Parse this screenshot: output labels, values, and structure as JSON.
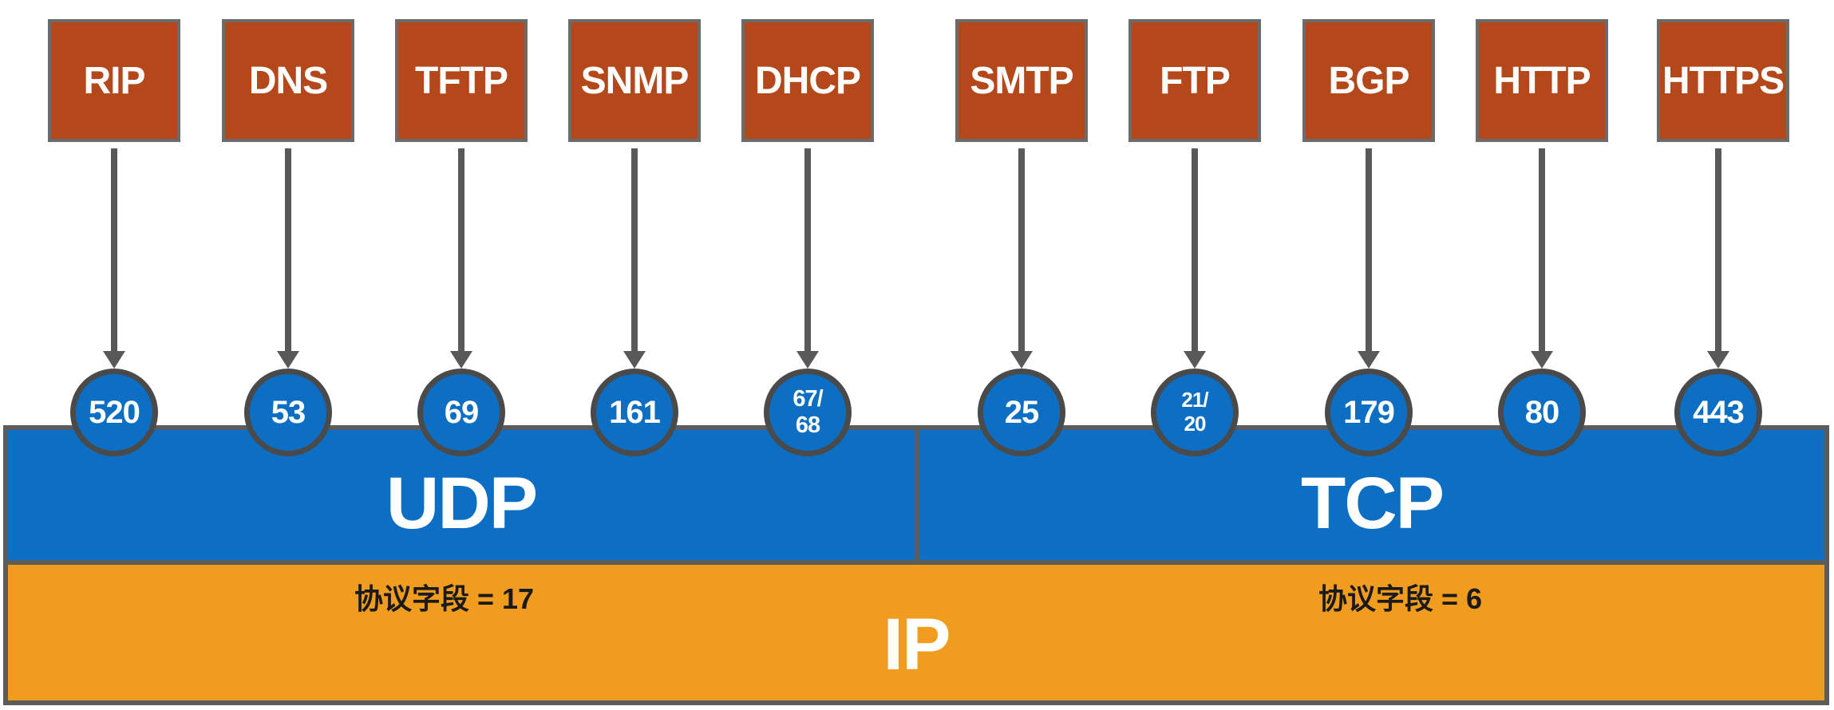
{
  "protocols": [
    {
      "name": "RIP",
      "port": "520",
      "transport": "udp"
    },
    {
      "name": "DNS",
      "port": "53",
      "transport": "udp"
    },
    {
      "name": "TFTP",
      "port": "69",
      "transport": "udp"
    },
    {
      "name": "SNMP",
      "port": "161",
      "transport": "udp"
    },
    {
      "name": "DHCP",
      "port": "67/\n68",
      "transport": "udp"
    },
    {
      "name": "SMTP",
      "port": "25",
      "transport": "tcp"
    },
    {
      "name": "FTP",
      "port": "21/\n20",
      "transport": "tcp"
    },
    {
      "name": "BGP",
      "port": "179",
      "transport": "tcp"
    },
    {
      "name": "HTTP",
      "port": "80",
      "transport": "tcp"
    },
    {
      "name": "HTTPS",
      "port": "443",
      "transport": "tcp"
    }
  ],
  "transport": {
    "udp": {
      "label": "UDP",
      "field": "协议字段 = 17"
    },
    "tcp": {
      "label": "TCP",
      "field": "协议字段 = 6"
    }
  },
  "network": {
    "label": "IP"
  },
  "colors": {
    "protocol_box": "#b5481a",
    "transport_band": "#0d6fc4",
    "ip_band": "#f09c1f",
    "arrow": "#595959",
    "border": "#5c5c5c"
  }
}
